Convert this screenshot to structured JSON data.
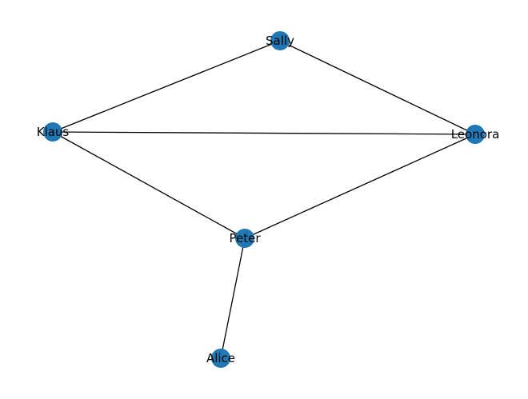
{
  "graph": {
    "node_color": "#1f77b4",
    "edge_color": "#000000",
    "nodes": [
      {
        "id": "sally",
        "label": "Sally"
      },
      {
        "id": "klaus",
        "label": "Klaus"
      },
      {
        "id": "leonora",
        "label": "Leonora"
      },
      {
        "id": "peter",
        "label": "Peter"
      },
      {
        "id": "alice",
        "label": "Alice"
      }
    ],
    "edges": [
      {
        "source": "sally",
        "target": "klaus"
      },
      {
        "source": "sally",
        "target": "leonora"
      },
      {
        "source": "klaus",
        "target": "leonora"
      },
      {
        "source": "klaus",
        "target": "peter"
      },
      {
        "source": "leonora",
        "target": "peter"
      },
      {
        "source": "peter",
        "target": "alice"
      }
    ]
  }
}
